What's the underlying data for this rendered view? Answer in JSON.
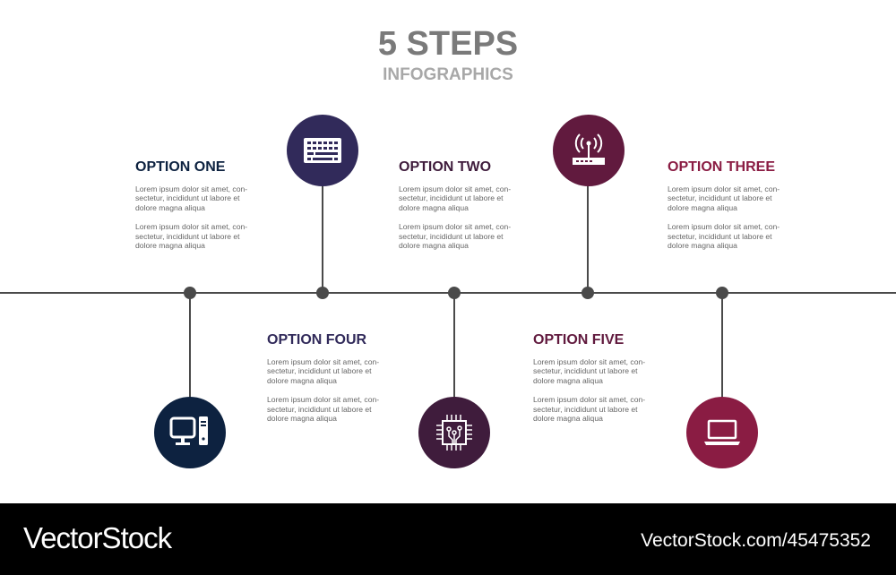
{
  "header": {
    "title": "5 STEPS",
    "subtitle": "INFOGRAPHICS"
  },
  "options": [
    {
      "title": "OPTION ONE",
      "color": "#0d2240",
      "icon": "keyboard-icon",
      "p1": "Lorem ipsum dolor sit amet, con-sectetur, incididunt ut labore et dolore magna aliqua",
      "p2": "Lorem ipsum dolor sit amet, con-sectetur, incididunt ut labore et dolore magna aliqua"
    },
    {
      "title": "OPTION TWO",
      "color": "#3f1c3c",
      "icon": "router-icon",
      "p1": "Lorem ipsum dolor sit amet, con-sectetur, incididunt ut labore et dolore magna aliqua",
      "p2": "Lorem ipsum dolor sit amet, con-sectetur, incididunt ut labore et dolore magna aliqua"
    },
    {
      "title": "OPTION THREE",
      "color": "#8a1c43",
      "icon": "laptop-icon",
      "p1": "Lorem ipsum dolor sit amet, con-sectetur, incididunt ut labore et dolore magna aliqua",
      "p2": "Lorem ipsum dolor sit amet, con-sectetur, incididunt ut labore et dolore magna aliqua"
    },
    {
      "title": "OPTION FOUR",
      "color": "#312a5a",
      "icon": "computer-icon",
      "p1": "Lorem ipsum dolor sit amet, con-sectetur, incididunt ut labore et dolore magna aliqua",
      "p2": "Lorem ipsum dolor sit amet, con-sectetur, incididunt ut labore et dolore magna aliqua"
    },
    {
      "title": "OPTION FIVE",
      "color": "#611a3e",
      "icon": "chip-icon",
      "p1": "Lorem ipsum dolor sit amet, con-sectetur, incididunt ut labore et dolore magna aliqua",
      "p2": "Lorem ipsum dolor sit amet, con-sectetur, incididunt ut labore et dolore magna aliqua"
    }
  ],
  "footer": {
    "brand": "VectorStock",
    "url": "VectorStock.com/45475352"
  }
}
